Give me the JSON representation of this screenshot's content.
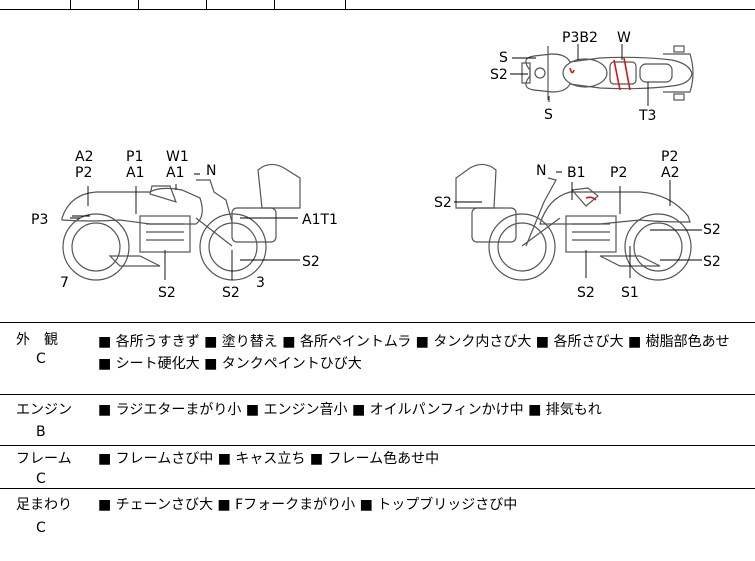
{
  "diagram_labels": {
    "top_view": {
      "s_left_top": "S",
      "s2_left": "S2",
      "s_bottom": "S",
      "p3b2": "P3B2",
      "w": "W",
      "t3": "T3"
    },
    "left_view": {
      "a2": "A2",
      "p2": "P2",
      "p1": "P1",
      "a1_a": "A1",
      "w1": "W1",
      "a1_b": "A1",
      "n": "N",
      "p3": "P3",
      "a1t1": "A1T1",
      "s2_right": "S2",
      "s2_a": "S2",
      "s2_b": "S2",
      "seven": "7",
      "three": "3"
    },
    "right_view": {
      "n": "N",
      "b1": "B1",
      "p2_a": "P2",
      "p2_b": "P2",
      "a2": "A2",
      "s2_left": "S2",
      "s2_a": "S2",
      "s2_b": "S2",
      "s2_c": "S2",
      "s1": "S1"
    }
  },
  "sections": [
    {
      "title": "外　観",
      "grade": "C",
      "lines": [
        "■ 各所うすきず ■ 塗り替え ■ 各所ペイントムラ ■ タンク内さび大 ■ 各所さび大 ■ 樹脂部色あせ",
        "■ シート硬化大 ■ タンクペイントひび大"
      ]
    },
    {
      "title": "エンジン",
      "grade": "B",
      "lines": [
        "■ ラジエターまがり小 ■ エンジン音小 ■ オイルパンフィンかけ中 ■ 排気もれ"
      ]
    },
    {
      "title": "フレーム",
      "grade": "C",
      "lines": [
        "■ フレームさび中 ■ キャス立ち ■ フレーム色あせ中"
      ]
    },
    {
      "title": "足まわり",
      "grade": "C",
      "lines": [
        "■ チェーンさび大 ■ Fフォークまがり小 ■ トップブリッジさび中"
      ]
    }
  ],
  "colors": {
    "damage_mark": "#d01818",
    "outline": "#000000",
    "part": "#555555"
  }
}
